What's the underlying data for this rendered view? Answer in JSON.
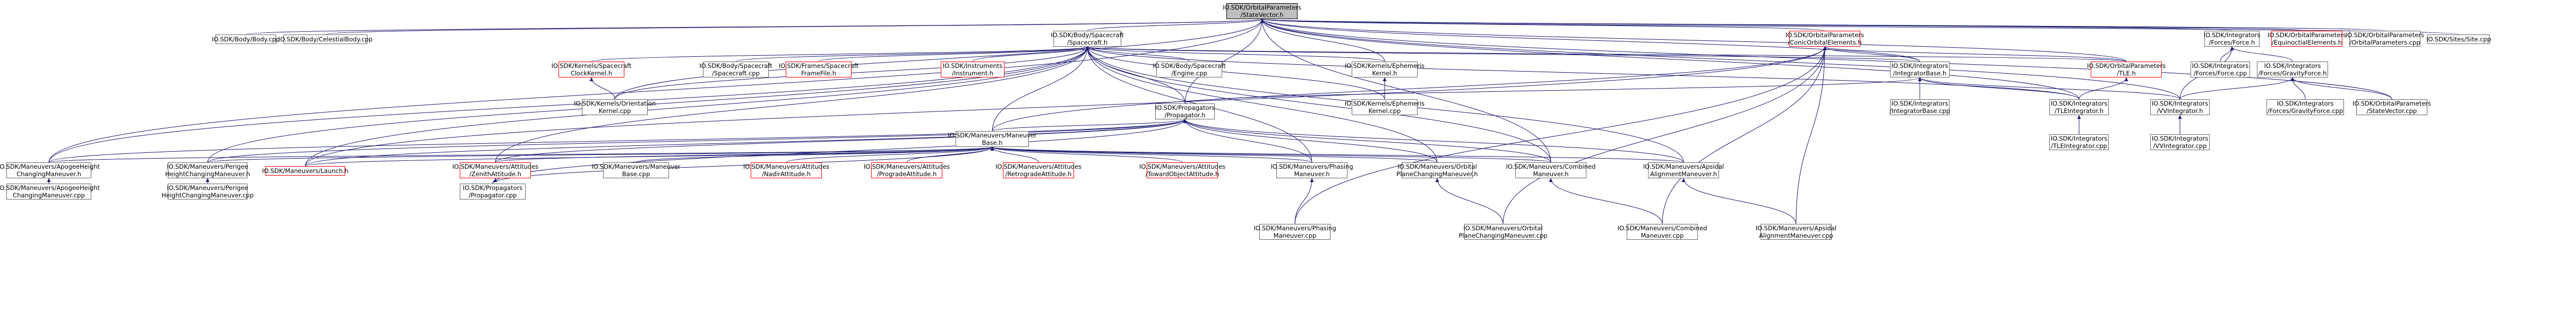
{
  "graph": {
    "nodes": [
      {
        "id": "n0",
        "lines": [
          "IO.SDK/OrbitalParameters",
          "/StateVector.h"
        ],
        "style": "root"
      },
      {
        "id": "n1",
        "lines": [
          "IO.SDK/Body/Body.cpp"
        ],
        "style": "normal"
      },
      {
        "id": "n2",
        "lines": [
          "IO.SDK/Body/CelestialBody.cpp"
        ],
        "style": "normal"
      },
      {
        "id": "n3",
        "lines": [
          "IO.SDK/Body/Spacecraft",
          "/Spacecraft.h"
        ],
        "style": "normal"
      },
      {
        "id": "n4",
        "lines": [
          "IO.SDK/OrbitalParameters",
          "/ConicOrbitalElements.h"
        ],
        "style": "red"
      },
      {
        "id": "n5",
        "lines": [
          "IO.SDK/Integrators",
          "/Forces/Force.h"
        ],
        "style": "normal"
      },
      {
        "id": "n6",
        "lines": [
          "IO.SDK/OrbitalParameters",
          "/EquinoctialElements.h"
        ],
        "style": "red"
      },
      {
        "id": "n7",
        "lines": [
          "IO.SDK/OrbitalParameters",
          "/OrbitalParameters.cpp"
        ],
        "style": "normal"
      },
      {
        "id": "n8",
        "lines": [
          "IO.SDK/Sites/Site.cpp"
        ],
        "style": "normal"
      },
      {
        "id": "n9",
        "lines": [
          "IO.SDK/Kernels/Spacecraft",
          "ClockKernel.h"
        ],
        "style": "red"
      },
      {
        "id": "n10",
        "lines": [
          "IO.SDK/Body/Spacecraft",
          "/Spacecraft.cpp"
        ],
        "style": "normal"
      },
      {
        "id": "n11",
        "lines": [
          "IO.SDK/Frames/Spacecraft",
          "FrameFile.h"
        ],
        "style": "red"
      },
      {
        "id": "n12",
        "lines": [
          "IO.SDK/Instruments",
          "/Instrument.h"
        ],
        "style": "red"
      },
      {
        "id": "n13",
        "lines": [
          "IO.SDK/Body/Spacecraft",
          "/Engine.cpp"
        ],
        "style": "normal"
      },
      {
        "id": "n14",
        "lines": [
          "IO.SDK/Kernels/Ephemeris",
          "Kernel.h"
        ],
        "style": "normal"
      },
      {
        "id": "n15",
        "lines": [
          "IO.SDK/Integrators",
          "/IntegratorBase.h"
        ],
        "style": "normal"
      },
      {
        "id": "n16",
        "lines": [
          "IO.SDK/OrbitalParameters",
          "/TLE.h"
        ],
        "style": "red"
      },
      {
        "id": "n17",
        "lines": [
          "IO.SDK/Integrators",
          "/Forces/Force.cpp"
        ],
        "style": "normal"
      },
      {
        "id": "n18",
        "lines": [
          "IO.SDK/Integrators",
          "/Forces/GravityForce.h"
        ],
        "style": "normal"
      },
      {
        "id": "n19",
        "lines": [
          "IO.SDK/Kernels/Orientation",
          "Kernel.cpp"
        ],
        "style": "normal"
      },
      {
        "id": "n20",
        "lines": [
          "IO.SDK/Kernels/Ephemeris",
          "Kernel.cpp"
        ],
        "style": "normal"
      },
      {
        "id": "n21",
        "lines": [
          "IO.SDK/Propagators",
          "/Propagator.h"
        ],
        "style": "normal"
      },
      {
        "id": "n22",
        "lines": [
          "IO.SDK/Integrators",
          "/IntegratorBase.cpp"
        ],
        "style": "normal"
      },
      {
        "id": "n23",
        "lines": [
          "IO.SDK/Integrators",
          "/TLEIntegrator.h"
        ],
        "style": "normal"
      },
      {
        "id": "n24",
        "lines": [
          "IO.SDK/Integrators",
          "/VVIntegrator.h"
        ],
        "style": "normal"
      },
      {
        "id": "n25",
        "lines": [
          "IO.SDK/Integrators",
          "/Forces/GravityForce.cpp"
        ],
        "style": "normal"
      },
      {
        "id": "n26",
        "lines": [
          "IO.SDK/OrbitalParameters",
          "/StateVector.cpp"
        ],
        "style": "normal"
      },
      {
        "id": "n27",
        "lines": [
          "IO.SDK/Integrators",
          "/TLEIntegrator.cpp"
        ],
        "style": "normal"
      },
      {
        "id": "n28",
        "lines": [
          "IO.SDK/Integrators",
          "/VVIntegrator.cpp"
        ],
        "style": "normal"
      },
      {
        "id": "n29",
        "lines": [
          "IO.SDK/Maneuvers/Maneuver",
          "Base.h"
        ],
        "style": "normal"
      },
      {
        "id": "n30",
        "lines": [
          "IO.SDK/Maneuvers/ApogeeHeight",
          "ChangingManeuver.h"
        ],
        "style": "normal"
      },
      {
        "id": "n31",
        "lines": [
          "IO.SDK/Maneuvers/Perigee",
          "HeightChangingManeuver.h"
        ],
        "style": "normal"
      },
      {
        "id": "n32",
        "lines": [
          "IO.SDK/Maneuvers/Launch.h"
        ],
        "style": "red"
      },
      {
        "id": "n33",
        "lines": [
          "IO.SDK/Maneuvers/Attitudes",
          "/ZenithAttitude.h"
        ],
        "style": "red"
      },
      {
        "id": "n34",
        "lines": [
          "IO.SDK/Maneuvers/Maneuver",
          "Base.cpp"
        ],
        "style": "normal"
      },
      {
        "id": "n35",
        "lines": [
          "IO.SDK/Maneuvers/Attitudes",
          "/NadirAttitude.h"
        ],
        "style": "red"
      },
      {
        "id": "n36",
        "lines": [
          "IO.SDK/Maneuvers/Attitudes",
          "/ProgradeAttitude.h"
        ],
        "style": "red"
      },
      {
        "id": "n37",
        "lines": [
          "IO.SDK/Maneuvers/Attitudes",
          "/RetrogradeAttitude.h"
        ],
        "style": "red"
      },
      {
        "id": "n38",
        "lines": [
          "IO.SDK/Maneuvers/Attitudes",
          "/TowardObjectAttitude.h"
        ],
        "style": "red"
      },
      {
        "id": "n39",
        "lines": [
          "IO.SDK/Maneuvers/Phasing",
          "Maneuver.h"
        ],
        "style": "normal"
      },
      {
        "id": "n40",
        "lines": [
          "IO.SDK/Maneuvers/Orbital",
          "PlaneChangingManeuver.h"
        ],
        "style": "normal"
      },
      {
        "id": "n41",
        "lines": [
          "IO.SDK/Maneuvers/Combined",
          "Maneuver.h"
        ],
        "style": "normal"
      },
      {
        "id": "n42",
        "lines": [
          "IO.SDK/Maneuvers/Apsidal",
          "AlignmentManeuver.h"
        ],
        "style": "normal"
      },
      {
        "id": "n43",
        "lines": [
          "IO.SDK/Maneuvers/ApogeeHeight",
          "ChangingManeuver.cpp"
        ],
        "style": "normal"
      },
      {
        "id": "n44",
        "lines": [
          "IO.SDK/Maneuvers/Perigee",
          "HeightChangingManeuver.cpp"
        ],
        "style": "normal"
      },
      {
        "id": "n45",
        "lines": [
          "IO.SDK/Propagators",
          "/Propagator.cpp"
        ],
        "style": "normal"
      },
      {
        "id": "n46",
        "lines": [
          "IO.SDK/Maneuvers/Phasing",
          "Maneuver.cpp"
        ],
        "style": "normal"
      },
      {
        "id": "n47",
        "lines": [
          "IO.SDK/Maneuvers/Orbital",
          "PlaneChangingManeuver.cpp"
        ],
        "style": "normal"
      },
      {
        "id": "n48",
        "lines": [
          "IO.SDK/Maneuvers/Combined",
          "Maneuver.cpp"
        ],
        "style": "normal"
      },
      {
        "id": "n49",
        "lines": [
          "IO.SDK/Maneuvers/Apsidal",
          "AlignmentManeuver.cpp"
        ],
        "style": "normal"
      }
    ],
    "edges": [
      [
        "n0",
        "n1"
      ],
      [
        "n0",
        "n2"
      ],
      [
        "n0",
        "n3"
      ],
      [
        "n0",
        "n4"
      ],
      [
        "n0",
        "n5"
      ],
      [
        "n0",
        "n6"
      ],
      [
        "n0",
        "n7"
      ],
      [
        "n0",
        "n8"
      ],
      [
        "n0",
        "n15"
      ],
      [
        "n0",
        "n16"
      ],
      [
        "n0",
        "n24"
      ],
      [
        "n0",
        "n26"
      ],
      [
        "n0",
        "n23"
      ],
      [
        "n0",
        "n21"
      ],
      [
        "n0",
        "n14"
      ],
      [
        "n0",
        "n41"
      ],
      [
        "n0",
        "n30"
      ],
      [
        "n0",
        "n19"
      ],
      [
        "n3",
        "n9"
      ],
      [
        "n3",
        "n10"
      ],
      [
        "n3",
        "n11"
      ],
      [
        "n3",
        "n12"
      ],
      [
        "n3",
        "n13"
      ],
      [
        "n3",
        "n14"
      ],
      [
        "n3",
        "n15"
      ],
      [
        "n3",
        "n16"
      ],
      [
        "n3",
        "n19"
      ],
      [
        "n3",
        "n20"
      ],
      [
        "n3",
        "n21"
      ],
      [
        "n3",
        "n29"
      ],
      [
        "n3",
        "n30"
      ],
      [
        "n3",
        "n31"
      ],
      [
        "n3",
        "n32"
      ],
      [
        "n3",
        "n33"
      ],
      [
        "n3",
        "n39"
      ],
      [
        "n3",
        "n40"
      ],
      [
        "n3",
        "n41"
      ],
      [
        "n3",
        "n42"
      ],
      [
        "n3",
        "n23"
      ],
      [
        "n4",
        "n16"
      ],
      [
        "n4",
        "n15"
      ],
      [
        "n4",
        "n29"
      ],
      [
        "n4",
        "n46"
      ],
      [
        "n4",
        "n47"
      ],
      [
        "n4",
        "n48"
      ],
      [
        "n4",
        "n49"
      ],
      [
        "n4",
        "n32"
      ],
      [
        "n5",
        "n17"
      ],
      [
        "n5",
        "n18"
      ],
      [
        "n5",
        "n24"
      ],
      [
        "n9",
        "n19"
      ],
      [
        "n14",
        "n20"
      ],
      [
        "n15",
        "n21"
      ],
      [
        "n15",
        "n22"
      ],
      [
        "n15",
        "n23"
      ],
      [
        "n15",
        "n24"
      ],
      [
        "n16",
        "n23"
      ],
      [
        "n18",
        "n24"
      ],
      [
        "n18",
        "n25"
      ],
      [
        "n18",
        "n26"
      ],
      [
        "n21",
        "n29"
      ],
      [
        "n21",
        "n45"
      ],
      [
        "n21",
        "n30"
      ],
      [
        "n21",
        "n31"
      ],
      [
        "n21",
        "n40"
      ],
      [
        "n21",
        "n41"
      ],
      [
        "n21",
        "n42"
      ],
      [
        "n21",
        "n39"
      ],
      [
        "n21",
        "n33"
      ],
      [
        "n21",
        "n32"
      ],
      [
        "n23",
        "n27"
      ],
      [
        "n24",
        "n28"
      ],
      [
        "n29",
        "n30"
      ],
      [
        "n29",
        "n31"
      ],
      [
        "n29",
        "n32"
      ],
      [
        "n29",
        "n33"
      ],
      [
        "n29",
        "n34"
      ],
      [
        "n29",
        "n35"
      ],
      [
        "n29",
        "n36"
      ],
      [
        "n29",
        "n37"
      ],
      [
        "n29",
        "n38"
      ],
      [
        "n29",
        "n39"
      ],
      [
        "n29",
        "n40"
      ],
      [
        "n29",
        "n41"
      ],
      [
        "n29",
        "n42"
      ],
      [
        "n29",
        "n45"
      ],
      [
        "n30",
        "n43"
      ],
      [
        "n31",
        "n44"
      ],
      [
        "n39",
        "n46"
      ],
      [
        "n40",
        "n47"
      ],
      [
        "n41",
        "n48"
      ],
      [
        "n42",
        "n49"
      ],
      [
        "n33",
        "n45"
      ]
    ]
  }
}
